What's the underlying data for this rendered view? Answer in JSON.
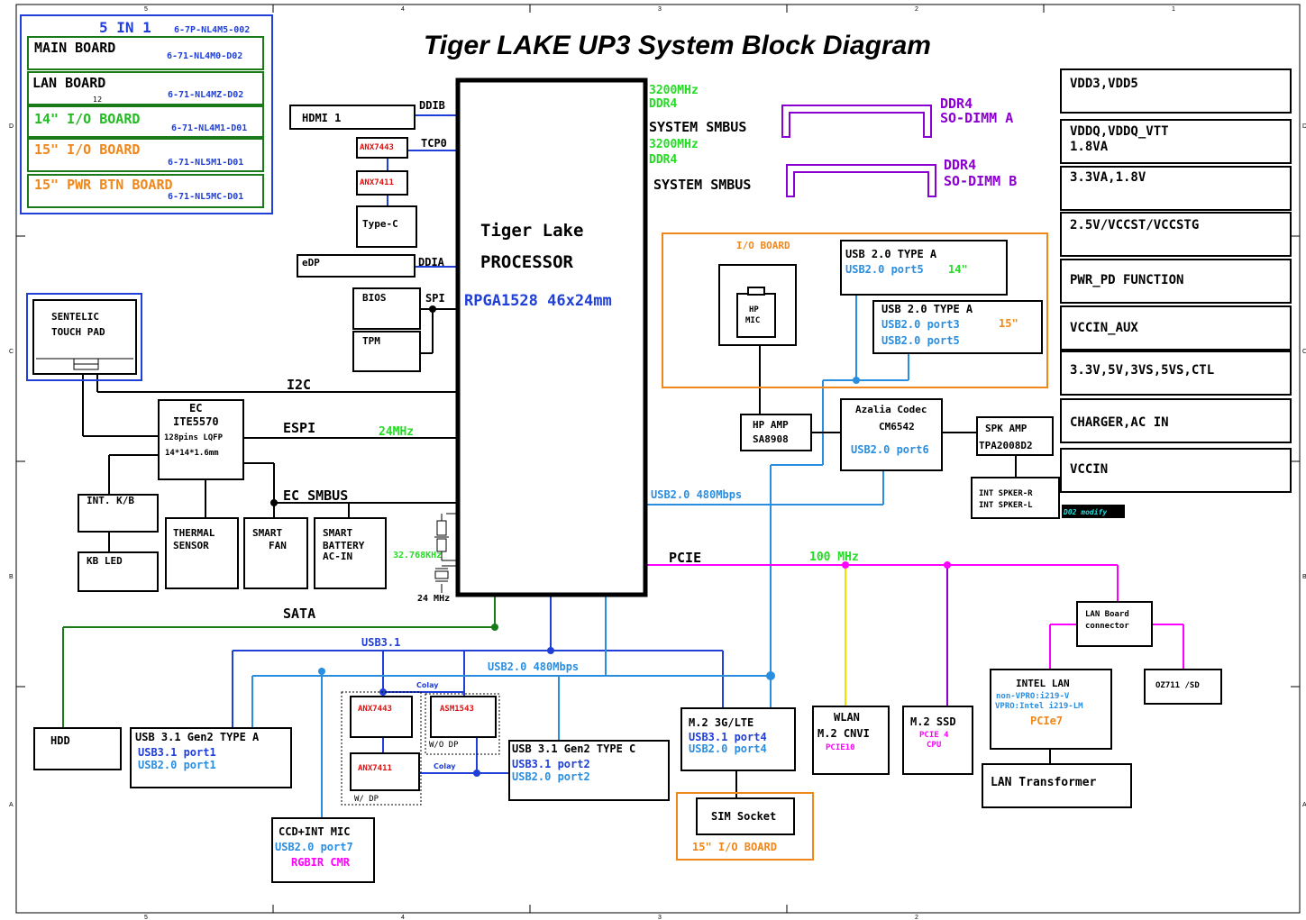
{
  "title": "Tiger LAKE UP3 System Block Diagram",
  "border": {
    "col_top": [
      "5",
      "4",
      "3",
      "2",
      "1"
    ],
    "col_bottom": [
      "5",
      "4",
      "3",
      "2"
    ],
    "rows": [
      "D",
      "C",
      "B",
      "A"
    ]
  },
  "five_in_one": {
    "header": "5 IN 1",
    "header_pn": "6-7P-NL4M5-002",
    "items": [
      {
        "name": "MAIN BOARD",
        "pn": "6-71-NL4M0-D02",
        "sub": ""
      },
      {
        "name": "LAN BOARD",
        "pn": "6-71-NL4MZ-D02",
        "sub": "12"
      },
      {
        "name": "14\" I/O BOARD",
        "pn": "6-71-NL4M1-D01",
        "sub": ""
      },
      {
        "name": "15\" I/O BOARD",
        "pn": "6-71-NL5M1-D01",
        "sub": ""
      },
      {
        "name": "15\" PWR BTN BOARD",
        "pn": "6-71-NL5MC-D01",
        "sub": ""
      }
    ]
  },
  "cpu": {
    "name_line1": "Tiger Lake",
    "name_line2": "PROCESSOR",
    "package": "RPGA1528  46x24mm"
  },
  "left_io": {
    "hdmi": "HDMI 1",
    "ddib": "DDIB",
    "anx7443": "ANX7443",
    "tcp0": "TCP0",
    "anx7411": "ANX7411",
    "typec": "Type-C",
    "edp": "eDP",
    "ddia": "DDIA",
    "bios": "BIOS",
    "spi": "SPI",
    "tpm": "TPM",
    "touchpad_l1": "SENTELIC",
    "touchpad_l2": "TOUCH PAD",
    "i2c": "I2C",
    "ec_l1": "EC",
    "ec_l2": "ITE5570",
    "ec_l3": "128pins LQFP",
    "ec_l4": "14*14*1.6mm",
    "espi": "ESPI",
    "espi_clk": "24MHz",
    "kb": "INT. K/B",
    "kbled": "KB LED",
    "thermal_l1": "THERMAL",
    "thermal_l2": "SENSOR",
    "fan_l1": "SMART",
    "fan_l2": "FAN",
    "batt_l1": "SMART",
    "batt_l2": "BATTERY",
    "batt_l3": "AC-IN",
    "ec_smbus": "EC SMBUS",
    "xtal1": "32.768KHz",
    "xtal2": "24 MHz",
    "sata": "SATA",
    "hdd": "HDD"
  },
  "memory": {
    "a_freq": "3200MHz",
    "a_type": "DDR4",
    "a_bus": "SYSTEM SMBUS",
    "a_name1": "DDR4",
    "a_name2": "SO-DIMM A",
    "b_freq": "3200MHz",
    "b_type": "DDR4",
    "b_bus": "SYSTEM SMBUS",
    "b_name1": "DDR4",
    "b_name2": "SO-DIMM B"
  },
  "io_board": {
    "label": "I/O BOARD",
    "hpmic_l1": "HP",
    "hpmic_l2": "MIC",
    "usba1_title": "USB 2.0 TYPE A",
    "usba1_port": "USB2.0 port5",
    "usba1_note": "14\"",
    "usba2_title": "USB 2.0 TYPE A",
    "usba2_port1": "USB2.0 port3",
    "usba2_note": "15\"",
    "usba2_port2": "USB2.0 port5"
  },
  "audio": {
    "hpamp_l1": "HP AMP",
    "hpamp_l2": "SA8908",
    "codec_l1": "Azalia Codec",
    "codec_l2": "CM6542",
    "codec_usb": "USB2.0 port6",
    "spk_l1": "SPK AMP",
    "spk_l2": "TPA2008D2",
    "spkr_l1": "INT SPKER-R",
    "spkr_l2": "INT SPKER-L",
    "modify": "D02 modify"
  },
  "buses": {
    "usb2_right": "USB2.0  480Mbps",
    "pcie": "PCIE",
    "pcie_clk": "100 MHz",
    "usb31": "USB3.1",
    "usb2_bottom": "USB2.0  480Mbps",
    "colay1": "Colay",
    "colay2": "Colay"
  },
  "bottom": {
    "usba_title": "USB 3.1 Gen2 TYPE A",
    "usba_p1": "USB3.1  port1",
    "usba_p2": "USB2.0  port1",
    "cam_l1": "CCD+INT MIC",
    "cam_l2": "USB2.0  port7",
    "cam_l3": "RGBIR CMR",
    "anx7443": "ANX7443",
    "asm1543": "ASM1543",
    "wo_dp": "W/O DP",
    "anx7411": "ANX7411",
    "w_dp": "W/ DP",
    "usbc_title": "USB 3.1 Gen2 TYPE C",
    "usbc_p1": "USB3.1  port2",
    "usbc_p2": "USB2.0  port2",
    "lte_title": "M.2 3G/LTE",
    "lte_p1": "USB3.1  port4",
    "lte_p2": "USB2.0  port4",
    "sim": "SIM Socket",
    "sim_board": "15\" I/O BOARD",
    "wlan_l1": "WLAN",
    "wlan_l2": "M.2 CNVI",
    "wlan_l3": "PCIE10",
    "ssd_l1": "M.2 SSD",
    "ssd_l2": "PCIE 4",
    "ssd_l3": "CPU",
    "lanconn_l1": "LAN Board",
    "lanconn_l2": "connector",
    "lan_l1": "INTEL LAN",
    "lan_l2": "non-VPRO:i219-V",
    "lan_l3": "VPRO:Intel  i219-LM",
    "lan_l4": "PCIe7",
    "lantrans": "LAN Transformer",
    "oz711": "OZ711 /SD"
  },
  "power_rails": [
    "VDD3,VDD5",
    "VDDQ,VDDQ_VTT",
    "1.8VA",
    "3.3VA,1.8V",
    "2.5V/VCCST/VCCSTG",
    "PWR_PD  FUNCTION",
    "VCCIN_AUX",
    "3.3V,5V,3VS,5VS,CTL",
    "CHARGER,AC  IN",
    "VCCIN"
  ],
  "colors": {
    "green": "#1a7a1a",
    "orange": "#f0871a",
    "blue": "#1f3fd8",
    "lightblue": "#2a8ee0",
    "red": "#e01010",
    "magenta": "#ff00ff",
    "purple": "#8b00d0",
    "yellow": "#f0e000",
    "brightgreen": "#22dd22"
  }
}
